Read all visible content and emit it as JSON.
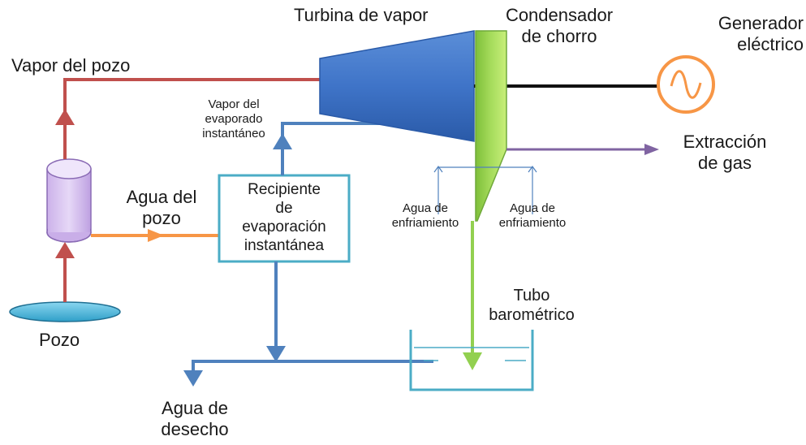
{
  "labels": {
    "turbine": "Turbina de vapor",
    "condenser_line1": "Condensador",
    "condenser_line2": "de chorro",
    "generator_line1": "Generador",
    "generator_line2": "eléctrico",
    "well_steam": "Vapor del pozo",
    "flash_steam_line1": "Vapor del",
    "flash_steam_line2": "evaporado",
    "flash_steam_line3": "instantáneo",
    "well_water_line1": "Agua del",
    "well_water_line2": "pozo",
    "flash_vessel_line1": "Recipiente",
    "flash_vessel_line2": "de",
    "flash_vessel_line3": "evaporación",
    "flash_vessel_line4": "instantánea",
    "cooling_water_left_line1": "Agua de",
    "cooling_water_left_line2": "enfriamiento",
    "cooling_water_right_line1": "Agua de",
    "cooling_water_right_line2": "enfriamiento",
    "gas_extraction_line1": "Extracción",
    "gas_extraction_line2": "de gas",
    "barometric_line1": "Tubo",
    "barometric_line2": "barométrico",
    "well": "Pozo",
    "waste_water_line1": "Agua de",
    "waste_water_line2": "desecho"
  },
  "colors": {
    "steam_red": "#c0504d",
    "water_orange": "#f79646",
    "water_blue": "#4f81bd",
    "vessel_teal": "#4bacc6",
    "condenser_green": "#92d050",
    "gas_purple": "#8064a2",
    "generator_orange": "#f79646",
    "turbine_blue": "#3a6fc4",
    "separator_lilac": "#d9c3f0"
  }
}
